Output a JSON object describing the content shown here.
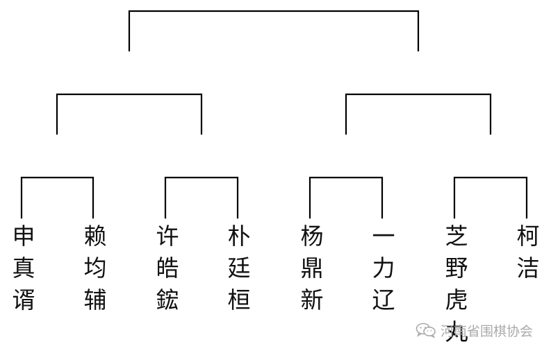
{
  "bracket": {
    "rounds": 3,
    "players": [
      {
        "name": [
          "申",
          "真",
          "谞"
        ]
      },
      {
        "name": [
          "赖",
          "均",
          "辅"
        ]
      },
      {
        "name": [
          "许",
          "皓",
          "鋐"
        ]
      },
      {
        "name": [
          "朴",
          "廷",
          "桓"
        ]
      },
      {
        "name": [
          "杨",
          "鼎",
          "新"
        ]
      },
      {
        "name": [
          "一",
          "力",
          "辽"
        ]
      },
      {
        "name": [
          "芝",
          "野",
          "虎",
          "丸"
        ]
      },
      {
        "name": [
          "柯",
          "洁"
        ]
      }
    ]
  },
  "watermark": {
    "icon": "wechat-icon",
    "text": "河南省围棋协会"
  }
}
